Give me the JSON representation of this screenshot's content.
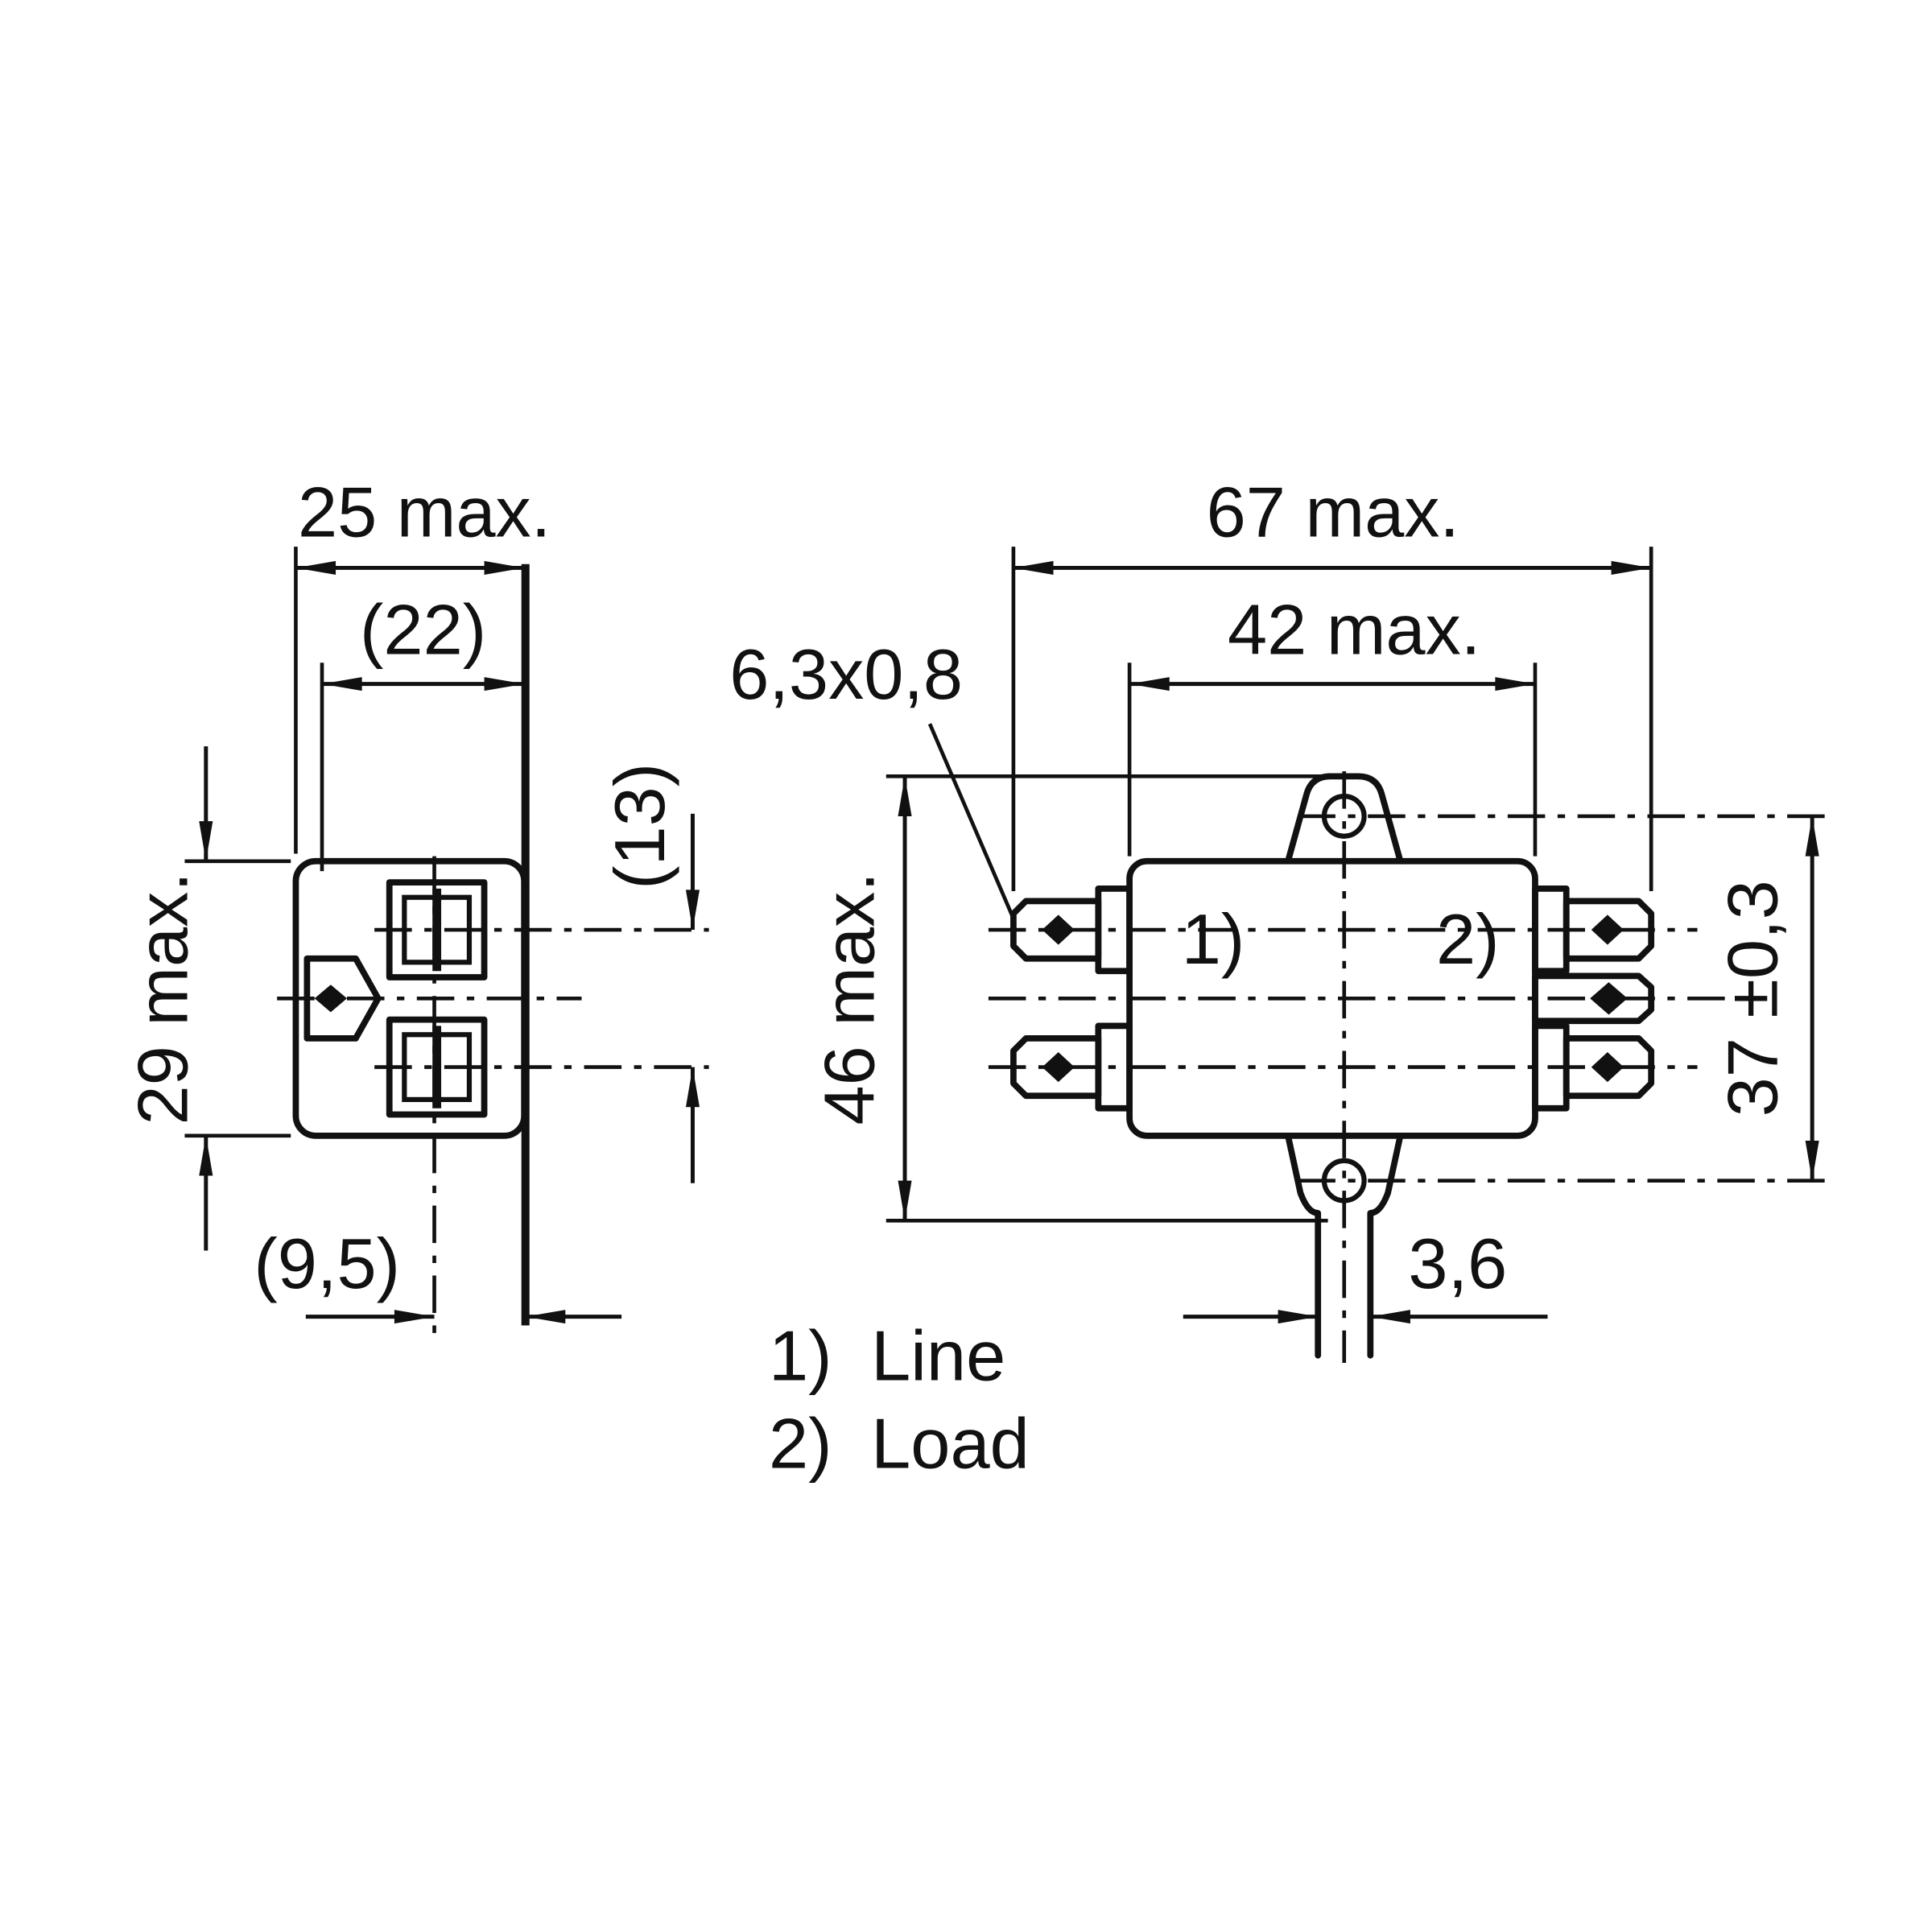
{
  "page": {
    "background": "#ffffff",
    "ink": "#111111"
  },
  "drawing": {
    "type": "technical-dimension-drawing",
    "views": {
      "side": {
        "dims": {
          "overall_depth": "25 max.",
          "recess_depth": "(22)",
          "overall_height": "29 max.",
          "terminal_pitch": "(13)",
          "center_offset": "(9,5)"
        }
      },
      "front": {
        "dims": {
          "overall_width": "67 max.",
          "body_width": "42 max.",
          "tab_size": "6,3x0,8",
          "overall_height": "46 max.",
          "hole_pitch": "37 ±0,3",
          "slot_width": "3,6"
        },
        "port_labels": {
          "line": "1)",
          "load": "2)"
        }
      }
    },
    "legend": {
      "items": [
        {
          "ref": "1)",
          "label": "Line"
        },
        {
          "ref": "2)",
          "label": "Load"
        }
      ]
    }
  }
}
